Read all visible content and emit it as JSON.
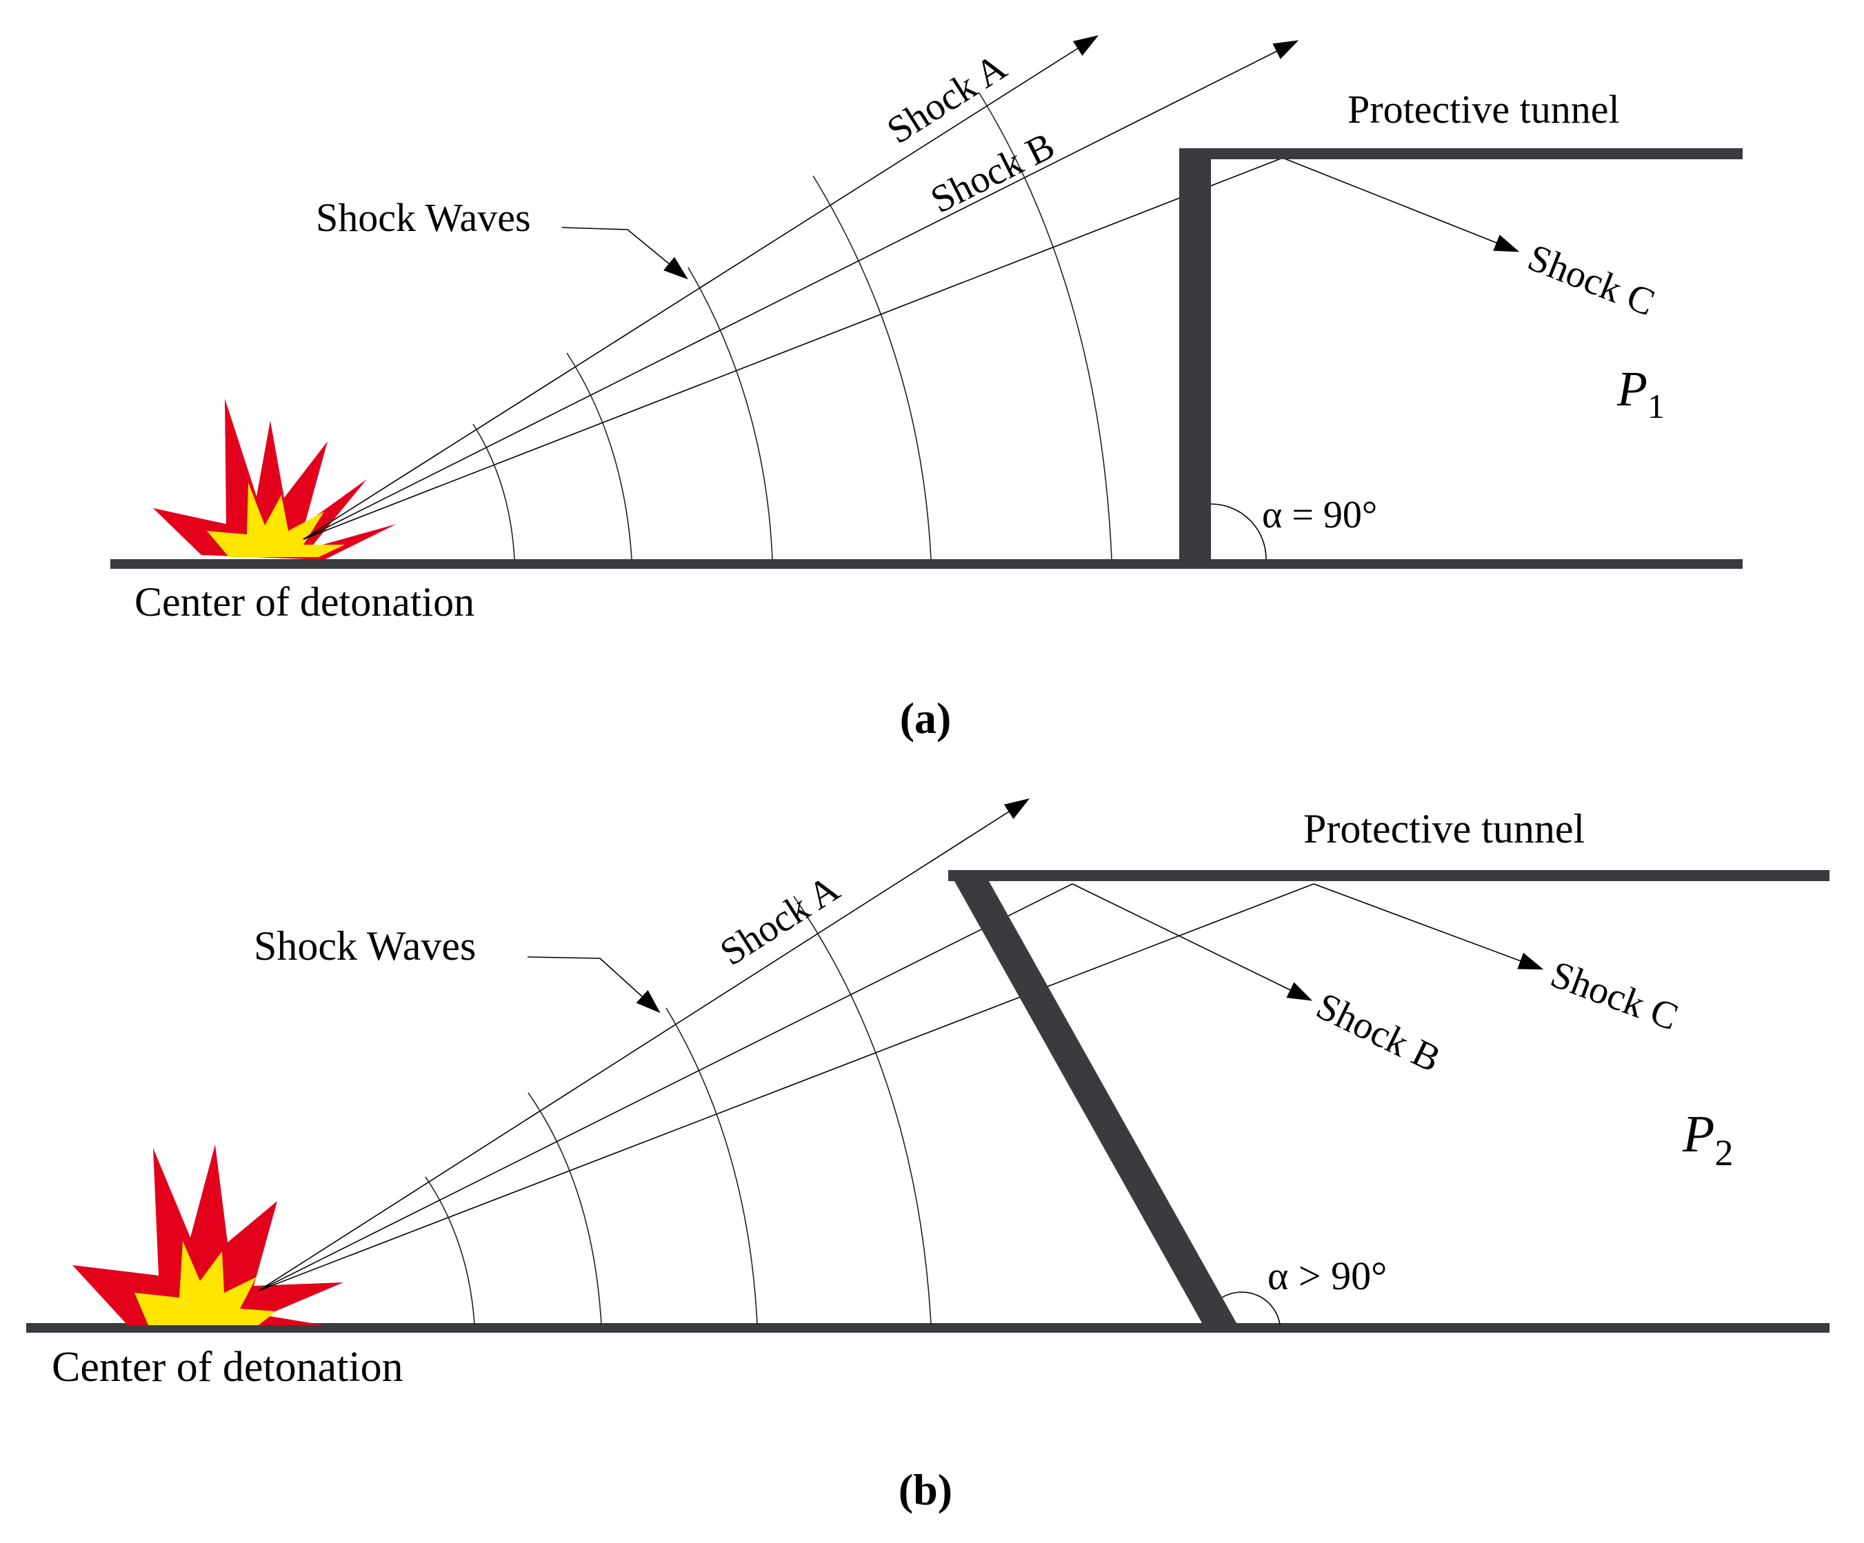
{
  "panel_a": {
    "label": "(a)",
    "shock_a": "Shock A",
    "shock_b": "Shock B",
    "shock_c": "Shock C",
    "shock_waves": "Shock Waves",
    "tunnel": "Protective tunnel",
    "center": "Center of detonation",
    "pressure": "P",
    "pressure_sub": "1",
    "angle": "α = 90°"
  },
  "panel_b": {
    "label": "(b)",
    "shock_a": "Shock A",
    "shock_b": "Shock B",
    "shock_c": "Shock C",
    "shock_waves": "Shock Waves",
    "tunnel": "Protective tunnel",
    "center": "Center of detonation",
    "pressure": "P",
    "pressure_sub": "2",
    "angle": "α > 90°"
  },
  "colors": {
    "wall": "#3a3b3f",
    "explosion_outer": "#e3001b",
    "explosion_inner": "#ffe600"
  }
}
